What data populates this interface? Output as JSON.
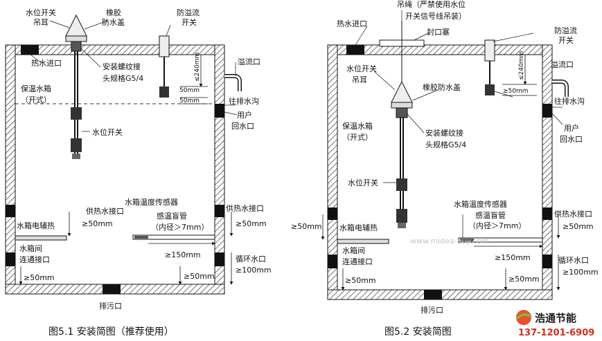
{
  "fig1": {
    "caption": "图5.1  安装简图（推荐使用）",
    "switch_ear_1": "水位开关",
    "switch_ear_2": "吊耳",
    "rubber_1": "橡胶",
    "rubber_2": "防水盖",
    "overflow_switch_1": "防溢流",
    "overflow_switch_2": "开关",
    "hot_inlet": "热水进口",
    "thread_1": "安装螺纹接",
    "thread_2": "头规格G5/4",
    "tank_1": "保温水箱",
    "tank_2": "（开式）",
    "dim_240": "≤240mm",
    "dim_50a": "50mm",
    "dim_50b": "50mm",
    "overflow_port": "溢流口",
    "drain_ditch": "往排水沟",
    "user_return_1": "用户",
    "user_return_2": "回水口",
    "level_switch": "水位开关",
    "temp_sensor": "水箱温度传感器",
    "supply_left": "供热水接口",
    "supply_left_dim": "≥50mm",
    "supply_right": "供热水接口",
    "supply_right_dim": "≥50mm",
    "heater": "水箱电辅热",
    "blind_pipe_1": "感温盲管",
    "blind_pipe_2": "（内径＞7mm）",
    "connect_1": "水箱间",
    "connect_2": "连通接口",
    "dim_150": "≥150mm",
    "circ_1": "循环水口",
    "circ_2": "≥100mm",
    "dim_bottom_left": "≥50mm",
    "dim_bottom_right": "≥50mm",
    "sewage": "排污口"
  },
  "fig2": {
    "caption": "图5.2  安装简图",
    "rope_1": "吊绳（严禁使用水位",
    "rope_2": "开关信号线吊装）",
    "hot_inlet": "热水进口",
    "plug": "封口塞",
    "overflow_switch_1": "防溢流",
    "overflow_switch_2": "开关",
    "ear_1": "水位开关",
    "ear_2": "吊耳",
    "rubber": "橡胶防水盖",
    "dim_240": "≤240mm",
    "overflow_port": "溢流口",
    "dim_50": "≥50mm",
    "drain_ditch": "往排水沟",
    "tank_1": "保温水箱",
    "tank_2": "（开式）",
    "thread_1": "安装螺纹接",
    "thread_2": "头规格G5/4",
    "user_return_1": "用户",
    "user_return_2": "回水口",
    "level_switch": "水位开关",
    "temp_sensor": "水箱温度传感器",
    "blind_pipe_1": "感温盲管",
    "blind_pipe_2": "（内径＞7mm）",
    "supply": "供热水接口",
    "supply_dim": "≥50mm",
    "left_dim": "≥50mm",
    "heater": "水箱电辅热",
    "connect_1": "水箱间",
    "connect_2": "连通接口",
    "dim_150": "≥150mm",
    "circ_1": "循环水口",
    "circ_2": "≥100mm",
    "dim_bottom_left": "≥50mm",
    "dim_bottom_right": "≥50mm",
    "sewage": "排污口"
  },
  "watermark": "www.midea-buy.com",
  "logo": {
    "name": "浩通节能",
    "phone": "137-1201-6909"
  }
}
